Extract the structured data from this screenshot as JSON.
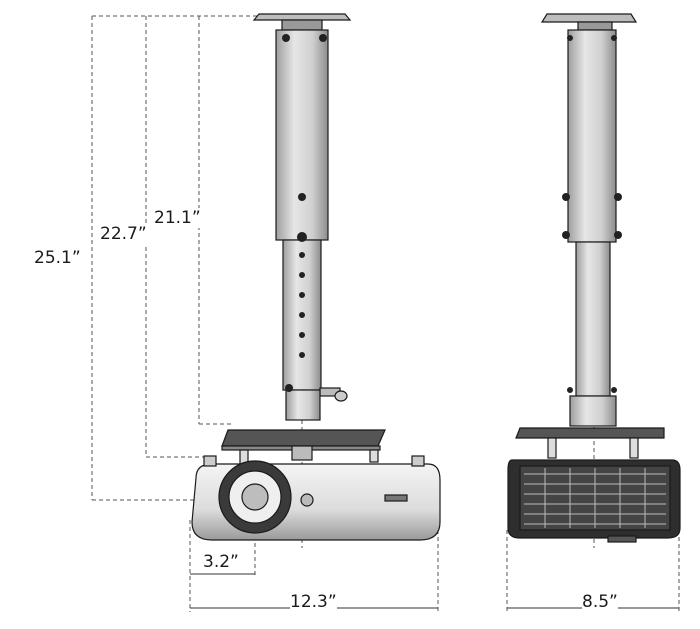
{
  "dimensions": {
    "overall_height": "25.1”",
    "mid_height": "22.7”",
    "pole_height": "21.1”",
    "lens_offset": "3.2”",
    "length": "12.3”",
    "width": "8.5”"
  },
  "colors": {
    "line": "#1a1a1a",
    "dim": "#555555",
    "pole": "#d9d9d9",
    "pole_shade": "#a8a8a8",
    "body": "#ececec",
    "dark": "#333333"
  }
}
